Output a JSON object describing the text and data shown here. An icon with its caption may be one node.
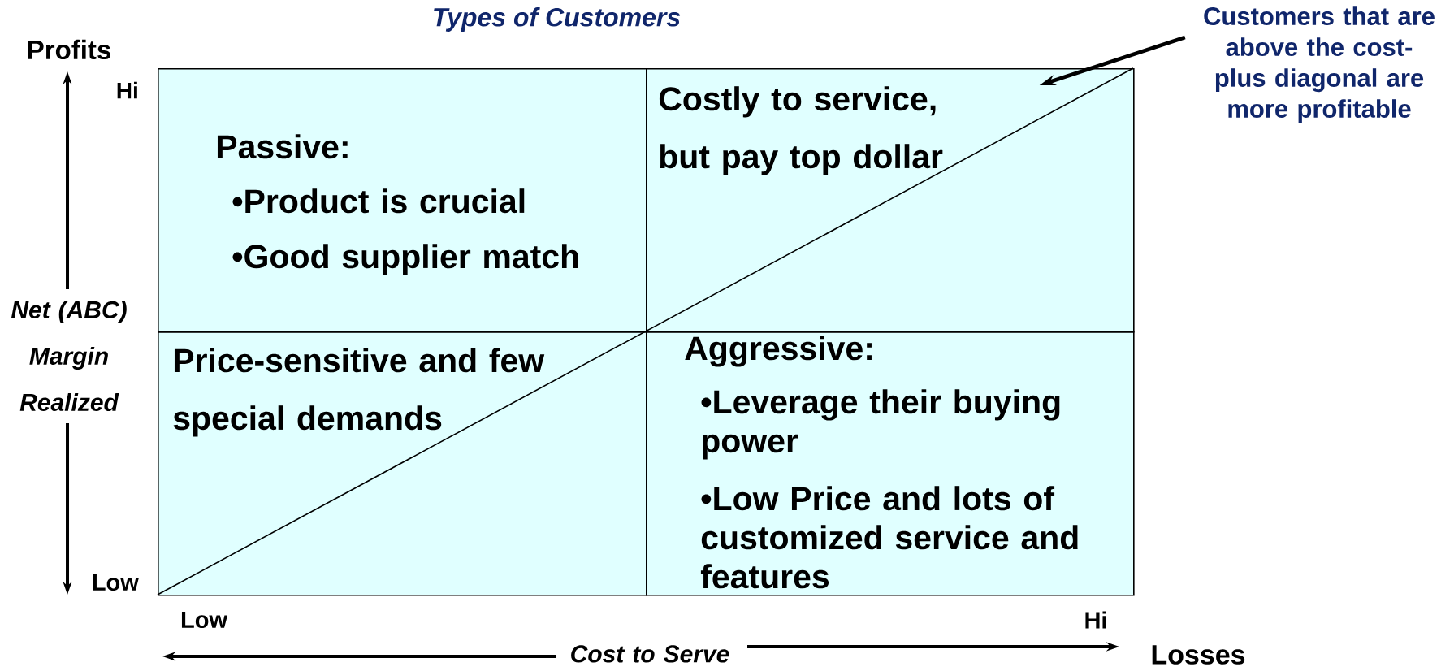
{
  "diagram": {
    "title": "Types of Customers",
    "nodes": [
      {
        "text": [
          "Passive:",
          "•Product is crucial",
          "•Good supplier match"
        ]
      },
      {
        "text": [
          "Costly to service, but pay top dollar"
        ]
      },
      {
        "text": [
          "Price-sensitive and few special demands"
        ]
      },
      {
        "text": [
          "Aggressive:",
          "•Leverage their buying power",
          "•Low Price and lots of customized service and features"
        ]
      },
      {
        "text": [
          "Customers that are above the cost-plus diagonal are more profitable"
        ]
      }
    ],
    "edges": [
      {
        "from": 4,
        "to": 1,
        "arrow": "to"
      }
    ],
    "labels": [
      "Profits",
      "Hi",
      "Net (ABC) Margin Realized",
      "Low",
      "Low",
      "Hi",
      "Cost to Serve",
      "Losses"
    ]
  }
}
